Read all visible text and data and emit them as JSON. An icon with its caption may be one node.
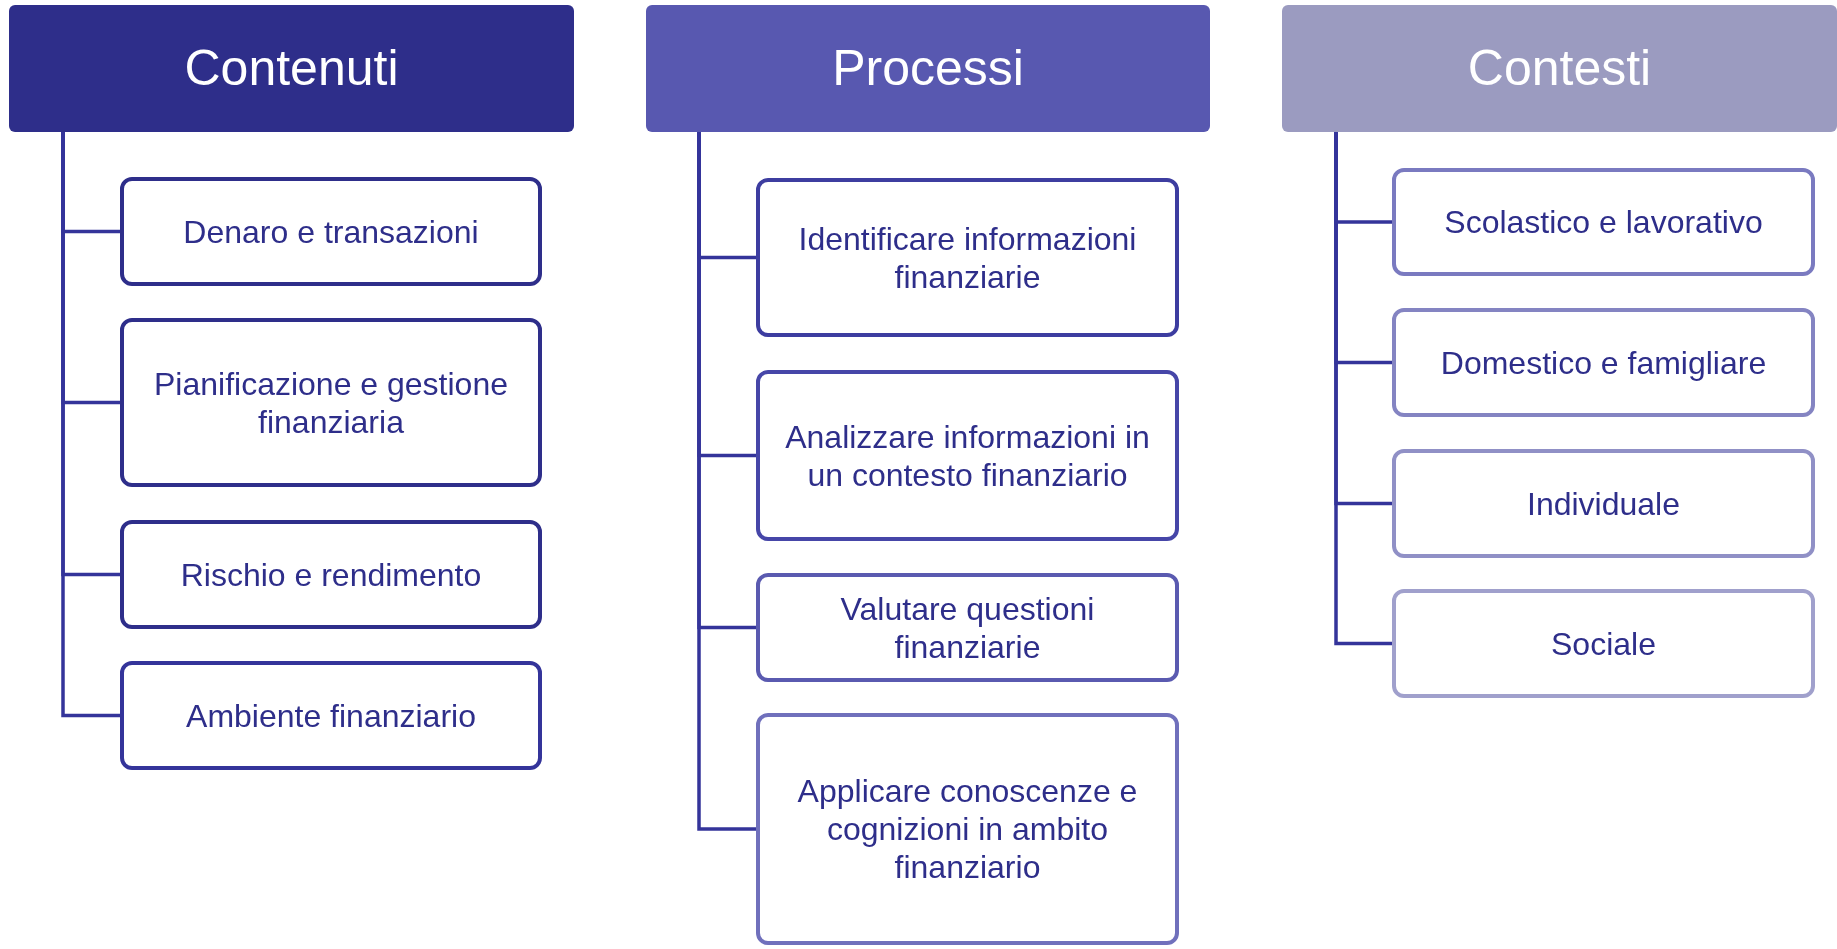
{
  "diagram": {
    "nodes": [
      {
        "text": [
          "Contenuti"
        ]
      },
      {
        "text": [
          "Denaro e transazioni"
        ]
      },
      {
        "text": [
          "Pianificazione e gestione finanziaria"
        ]
      },
      {
        "text": [
          "Rischio e rendimento"
        ]
      },
      {
        "text": [
          "Ambiente finanziario"
        ]
      },
      {
        "text": [
          "Processi"
        ]
      },
      {
        "text": [
          "Identificare informazioni finanziarie"
        ]
      },
      {
        "text": [
          "Analizzare informazioni in un contesto finanziario"
        ]
      },
      {
        "text": [
          "Valutare questioni finanziarie"
        ]
      },
      {
        "text": [
          "Applicare conoscenze e cognizioni in ambito finanziario"
        ]
      },
      {
        "text": [
          "Contesti"
        ]
      },
      {
        "text": [
          "Scolastico e lavorativo"
        ]
      },
      {
        "text": [
          "Domestico e famigliare"
        ]
      },
      {
        "text": [
          "Individuale"
        ]
      },
      {
        "text": [
          "Sociale"
        ]
      }
    ],
    "edges": [
      {
        "from": 0,
        "to": 1,
        "arrow": "none"
      },
      {
        "from": 0,
        "to": 2,
        "arrow": "none"
      },
      {
        "from": 0,
        "to": 3,
        "arrow": "none"
      },
      {
        "from": 0,
        "to": 4,
        "arrow": "none"
      },
      {
        "from": 5,
        "to": 6,
        "arrow": "none"
      },
      {
        "from": 5,
        "to": 7,
        "arrow": "none"
      },
      {
        "from": 5,
        "to": 8,
        "arrow": "none"
      },
      {
        "from": 5,
        "to": 9,
        "arrow": "none"
      },
      {
        "from": 10,
        "to": 11,
        "arrow": "none"
      },
      {
        "from": 10,
        "to": 12,
        "arrow": "none"
      },
      {
        "from": 10,
        "to": 13,
        "arrow": "none"
      },
      {
        "from": 10,
        "to": 14,
        "arrow": "none"
      }
    ]
  }
}
